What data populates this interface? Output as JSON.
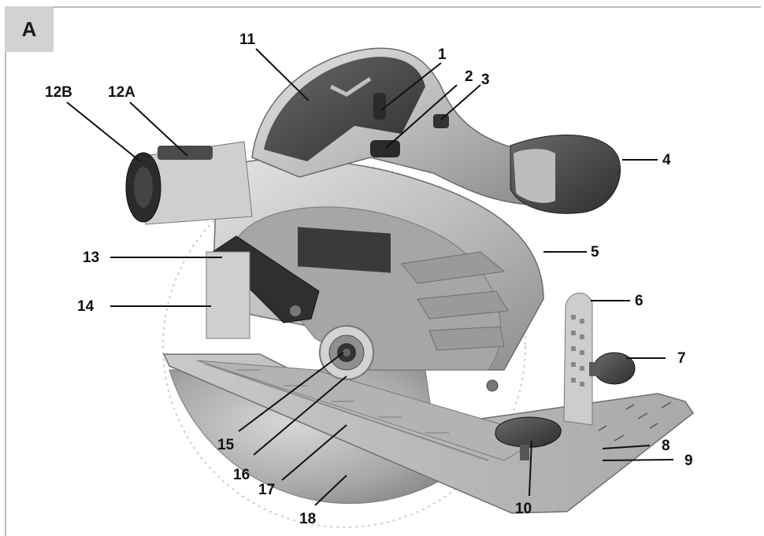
{
  "panel": {
    "label": "A"
  },
  "callouts": {
    "c1": "1",
    "c2": "2",
    "c3": "3",
    "c4": "4",
    "c5": "5",
    "c6": "6",
    "c7": "7",
    "c8": "8",
    "c9": "9",
    "c10": "10",
    "c11": "11",
    "c12a": "12A",
    "c12b": "12B",
    "c13": "13",
    "c14": "14",
    "c15": "15",
    "c16": "16",
    "c17": "17",
    "c18": "18"
  }
}
